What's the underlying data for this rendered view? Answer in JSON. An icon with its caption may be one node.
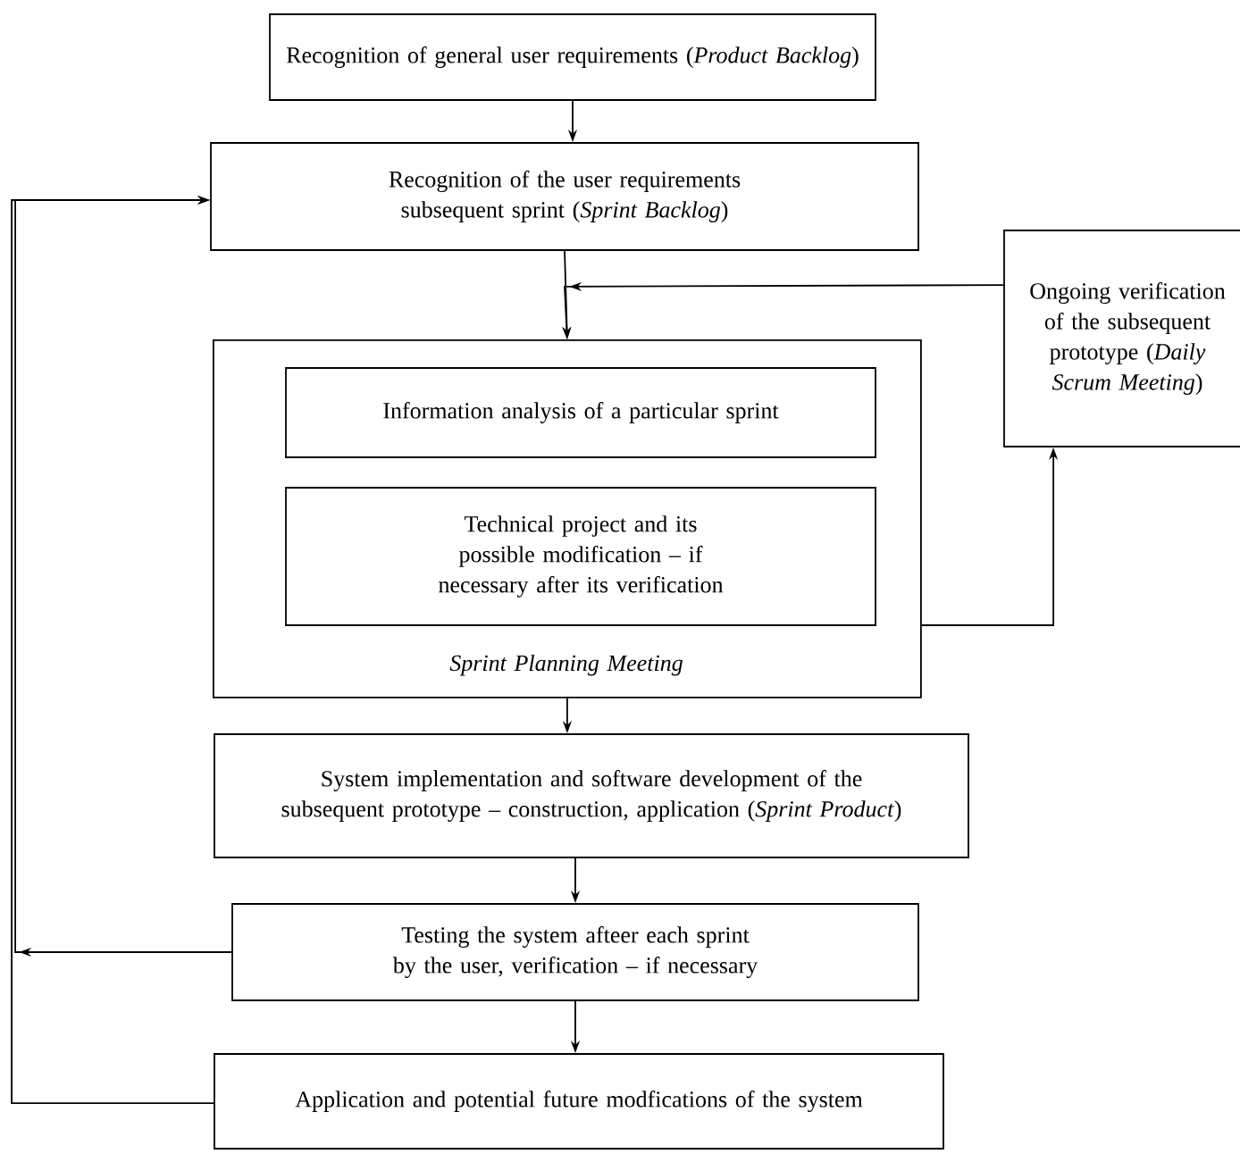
{
  "diagram": {
    "nodes": [
      {
        "text": [
          "Recognition of general user requirements (*Product Backlog*)"
        ]
      },
      {
        "text": [
          "Recognition of the user requirements subsequent sprint (*Sprint Backlog*)"
        ]
      },
      {
        "text": [
          "Sprint Planning Meeting"
        ]
      },
      {
        "text": [
          "Information analysis of a particular sprint"
        ],
        "in": 2
      },
      {
        "text": [
          "Technical project and its possible modification – if necessary after its verification"
        ],
        "in": 2
      },
      {
        "text": [
          "Ongoing verification of the subsequent prototype (*Daily Scrum Meeting*)"
        ]
      },
      {
        "text": [
          "System implementation and software development of the subsequent prototype – construction, application (*Sprint Product*)"
        ]
      },
      {
        "text": [
          "Testing the system afteer each sprint by the user, verification – if necessary"
        ]
      },
      {
        "text": [
          "Application and potential future modfications of the system"
        ]
      }
    ],
    "edges": [
      {
        "from": 0,
        "to": 1,
        "arrow": "to"
      },
      {
        "from": 1,
        "to": 2,
        "arrow": "to"
      },
      {
        "from": 5,
        "to": 2,
        "arrow": "to"
      },
      {
        "from": 2,
        "to": 5,
        "arrow": "to"
      },
      {
        "from": 2,
        "to": 6,
        "arrow": "to"
      },
      {
        "from": 6,
        "to": 7,
        "arrow": "to"
      },
      {
        "from": 7,
        "to": 8,
        "arrow": "to"
      },
      {
        "from": 7,
        "to": 1,
        "arrow": "to"
      },
      {
        "from": 8,
        "to": 1,
        "arrow": "to"
      }
    ]
  }
}
